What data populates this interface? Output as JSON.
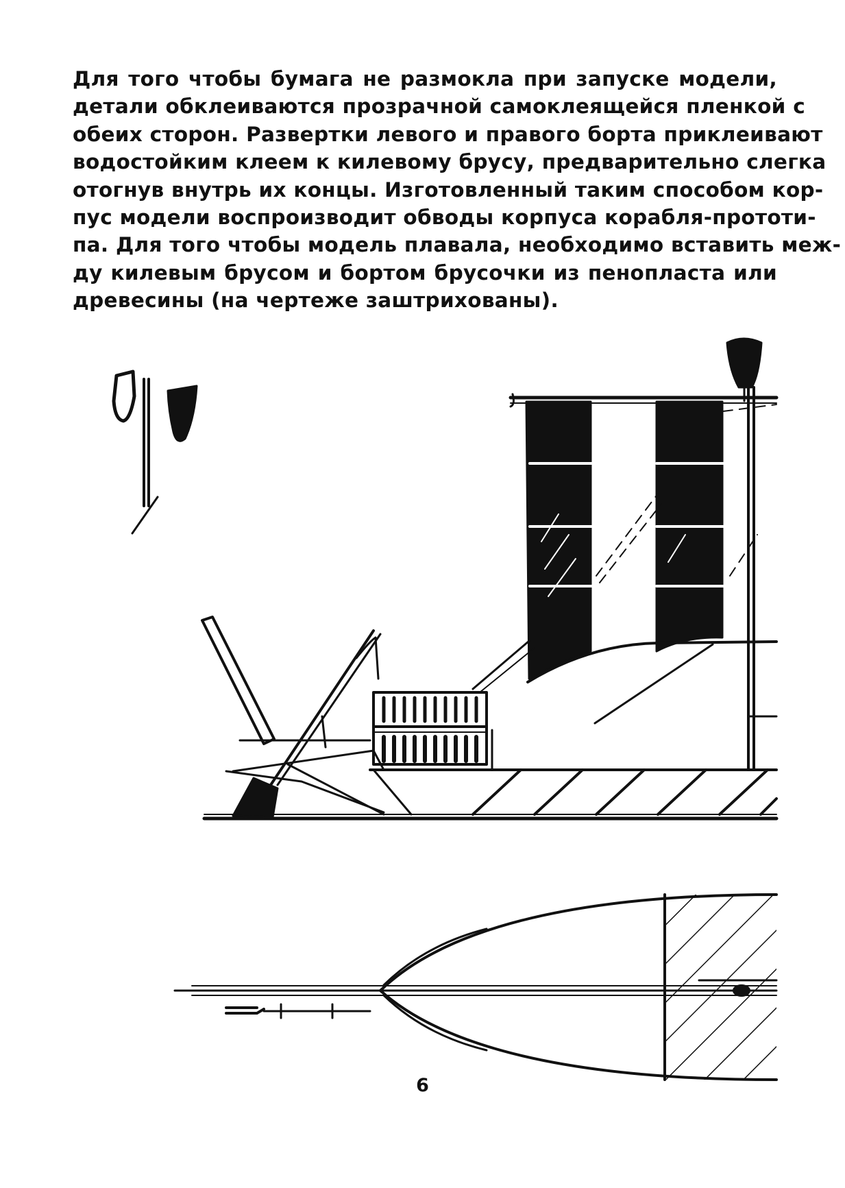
{
  "paragraph": {
    "lines": [
      "Для того чтобы бумага не размокла при запуске модели,",
      "детали обклеиваются прозрачной самоклеящейся пленкой с",
      "обеих сторон. Развертки левого и правого борта приклеивают",
      "водостойким клеем к килевому брусу, предварительно слегка",
      "отогнув внутрь их концы. Изготовленный таким способом кор-",
      "пус модели воспроизводит обводы корпуса корабля-прототи-",
      "па. Для того чтобы модель плавала, необходимо вставить меж-",
      "ду килевым брусом и бортом брусочки из пенопласта или",
      "древесины (на чертеже заштрихованы)."
    ]
  },
  "figure": {
    "side_view": "ship-side-elevation-drawing",
    "plan_view": "ship-hull-plan-drawing"
  },
  "page_number": "6"
}
